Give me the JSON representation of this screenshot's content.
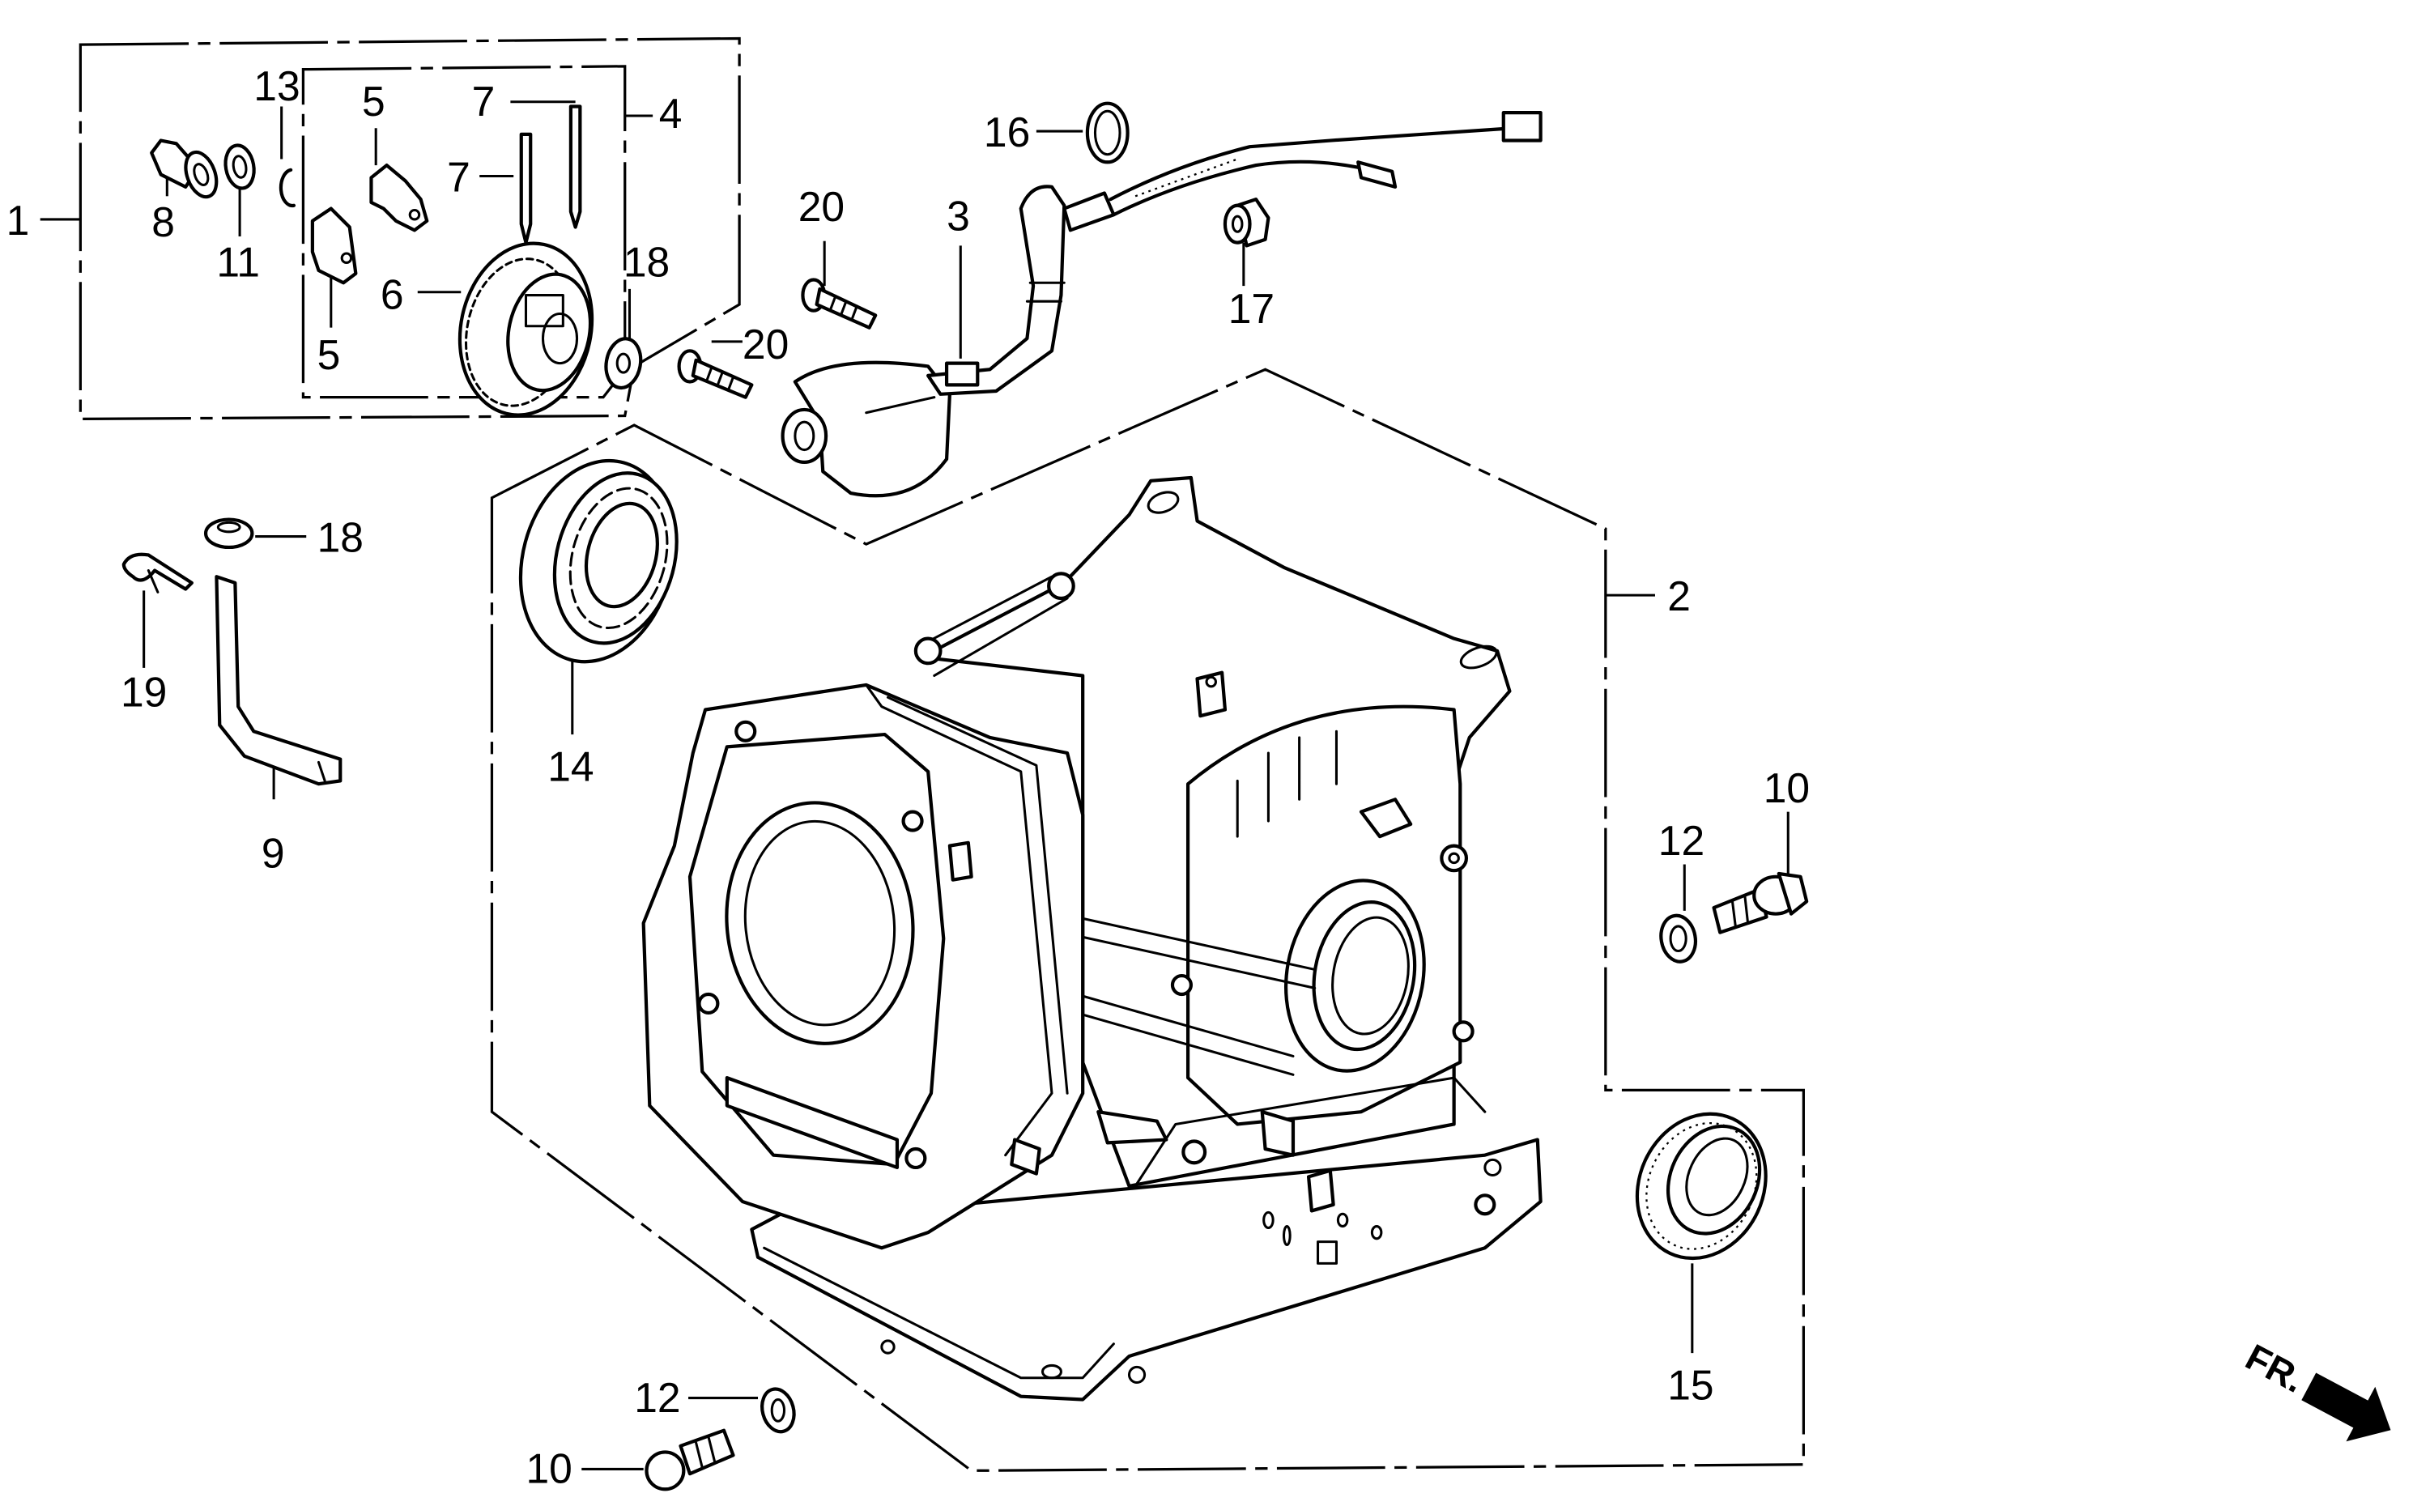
{
  "diagram": {
    "subject": "Engine crankcase assembly exploded parts view",
    "direction_indicator": {
      "label": "FR.",
      "icon": "front-direction-arrow-icon"
    },
    "callouts": [
      {
        "ref": "1",
        "part": "sensor/governor assembly group"
      },
      {
        "ref": "2",
        "part": "crankcase"
      },
      {
        "ref": "3",
        "part": "oil level sensor"
      },
      {
        "ref": "4",
        "part": "governor assembly"
      },
      {
        "ref": "5a",
        "label": "5",
        "part": "governor weight (upper)"
      },
      {
        "ref": "5b",
        "label": "5",
        "part": "governor weight (lower)"
      },
      {
        "ref": "6",
        "part": "governor gear"
      },
      {
        "ref": "7a",
        "label": "7",
        "part": "governor pin (right)"
      },
      {
        "ref": "7b",
        "label": "7",
        "part": "governor pin (left)"
      },
      {
        "ref": "8",
        "part": "governor slider"
      },
      {
        "ref": "9",
        "part": "dipstick / breather tube"
      },
      {
        "ref": "10a",
        "label": "10",
        "part": "drain bolt (right)"
      },
      {
        "ref": "10b",
        "label": "10",
        "part": "drain bolt (bottom)"
      },
      {
        "ref": "11",
        "part": "washer"
      },
      {
        "ref": "12a",
        "label": "12",
        "part": "sealing washer (right)"
      },
      {
        "ref": "12b",
        "label": "12",
        "part": "sealing washer (bottom)"
      },
      {
        "ref": "13",
        "part": "clip"
      },
      {
        "ref": "14",
        "part": "ball bearing"
      },
      {
        "ref": "15",
        "part": "oil seal"
      },
      {
        "ref": "16",
        "part": "O-ring"
      },
      {
        "ref": "17",
        "part": "flange nut"
      },
      {
        "ref": "18a",
        "label": "18",
        "part": "washer (upper)"
      },
      {
        "ref": "18b",
        "label": "18",
        "part": "washer (left)"
      },
      {
        "ref": "19",
        "part": "clip"
      },
      {
        "ref": "20a",
        "label": "20",
        "part": "flange bolt (upper)"
      },
      {
        "ref": "20b",
        "label": "20",
        "part": "flange bolt (lower)"
      }
    ],
    "labels": {
      "c1": "1",
      "c2": "2",
      "c3": "3",
      "c4": "4",
      "c5a": "5",
      "c5b": "5",
      "c6": "6",
      "c7a": "7",
      "c7b": "7",
      "c8": "8",
      "c9": "9",
      "c10a": "10",
      "c10b": "10",
      "c11": "11",
      "c12a": "12",
      "c12b": "12",
      "c13": "13",
      "c14": "14",
      "c15": "15",
      "c16": "16",
      "c17": "17",
      "c18a": "18",
      "c18b": "18",
      "c19": "19",
      "c20a": "20",
      "c20b": "20"
    }
  }
}
